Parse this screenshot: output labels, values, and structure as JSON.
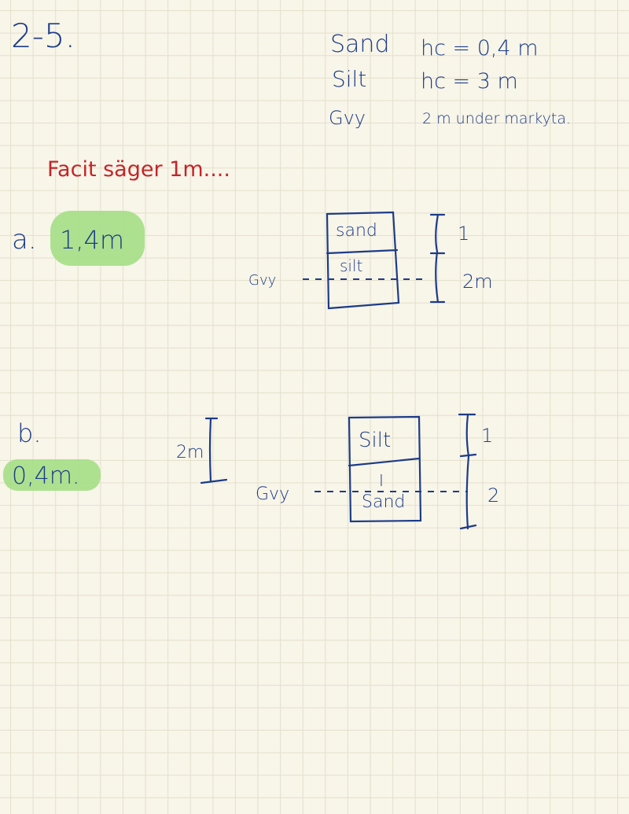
{
  "heading": "2-5.",
  "given": {
    "rows": [
      {
        "label": "Sand",
        "value": "hc = 0,4 m"
      },
      {
        "label": "Silt",
        "value": "hc = 3 m"
      },
      {
        "label": "Gvy",
        "value": "2 m under markyta."
      }
    ]
  },
  "note": "Facit säger 1m....",
  "part_a": {
    "label": "a.",
    "answer": "1,4m",
    "diagram": {
      "top_layer": "sand",
      "bottom_layer": "silt",
      "gw_label": "Gvy",
      "dim_top": "1",
      "dim_bottom": "2m"
    }
  },
  "part_b": {
    "label": "b.",
    "answer": "0,4m.",
    "side_dim": "2m",
    "diagram": {
      "top_layer": "Silt",
      "marker": "I",
      "bottom_layer": "Sand",
      "gw_label": "Gvy",
      "dim_top": "1",
      "dim_bottom": "2"
    }
  },
  "colors": {
    "ink": "#1d3c87",
    "note": "#c2262a",
    "highlight": "#a4df86"
  }
}
